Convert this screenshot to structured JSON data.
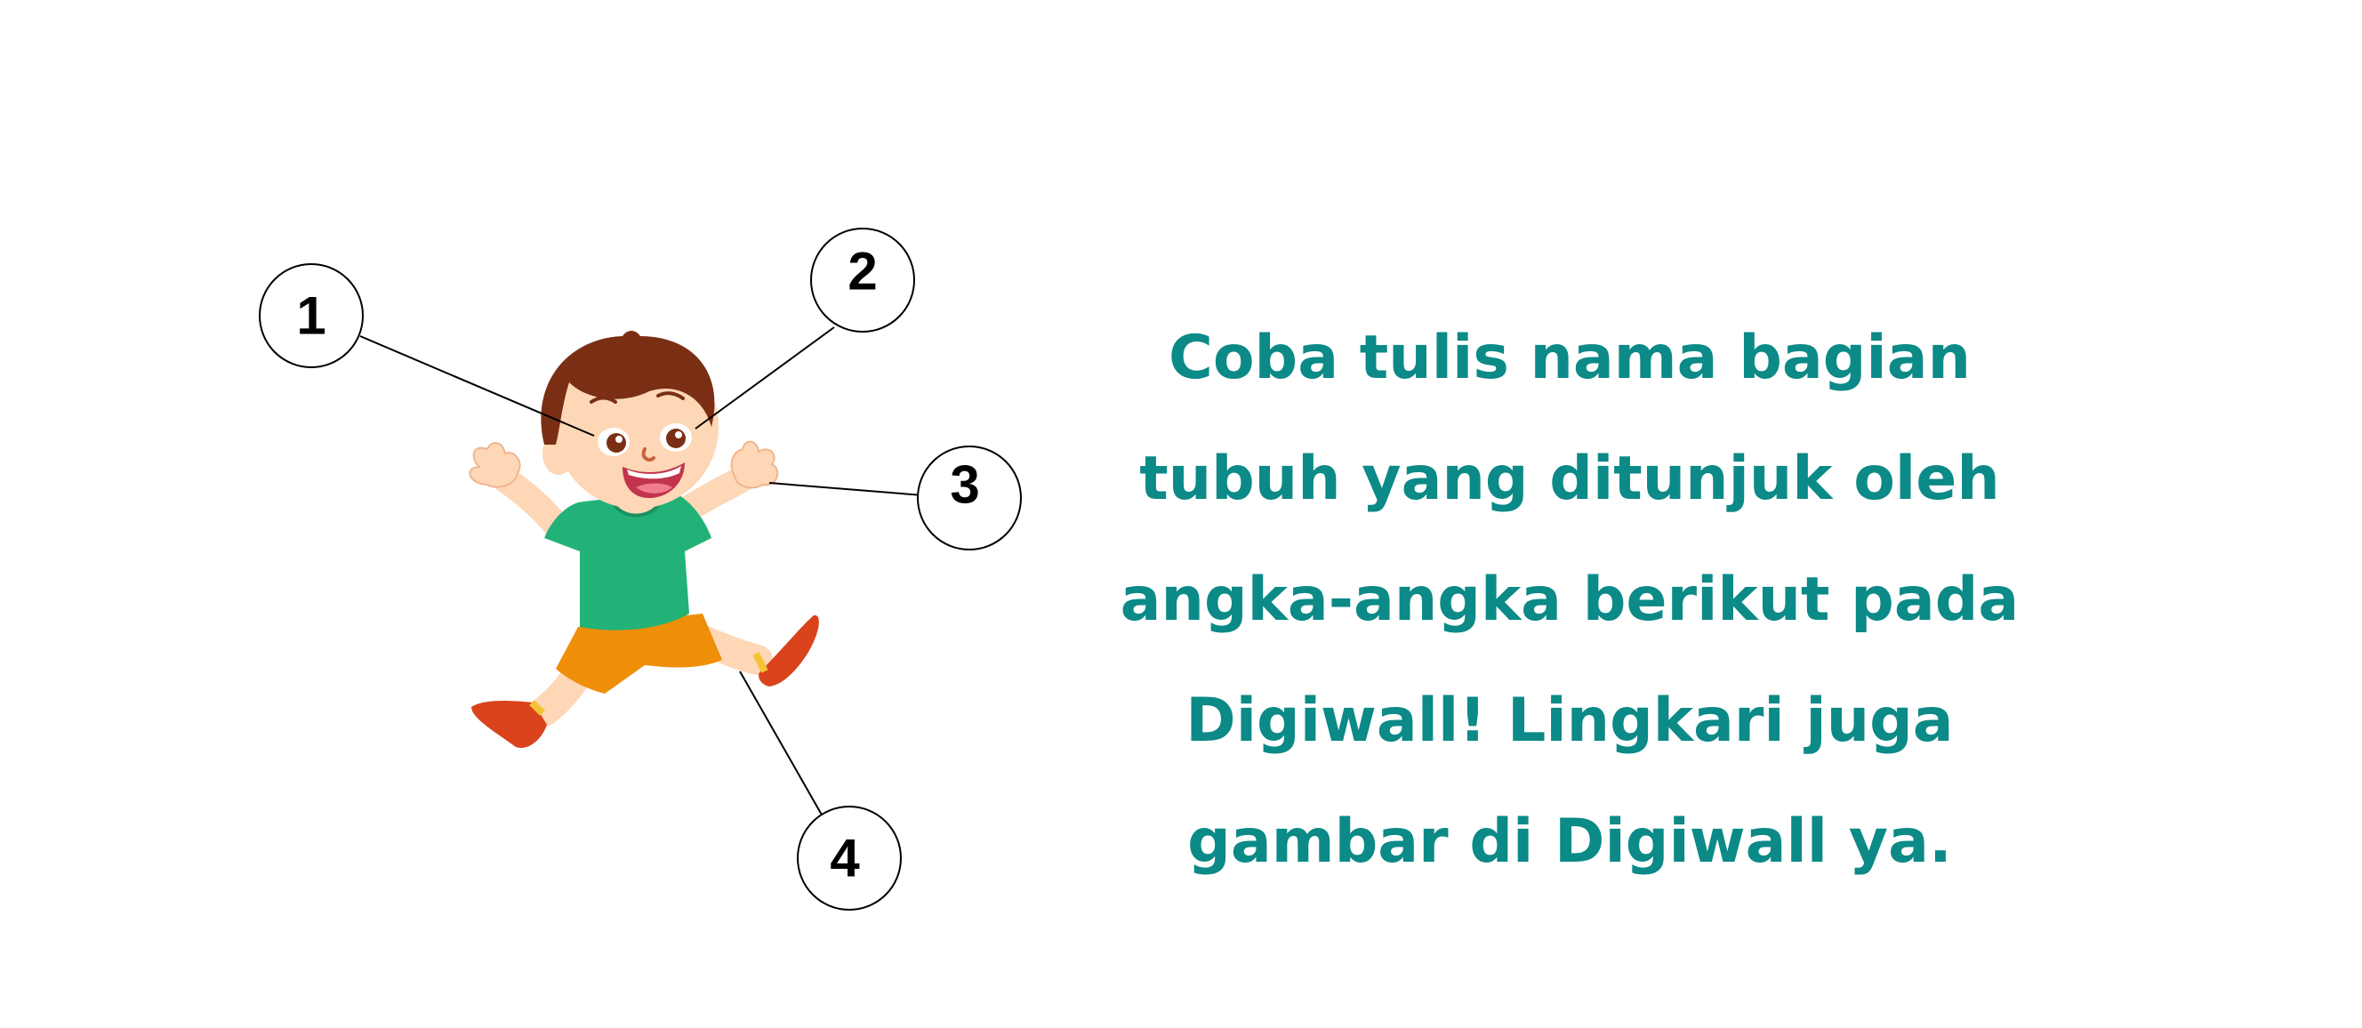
{
  "labels": [
    "1",
    "2",
    "3",
    "4"
  ],
  "instruction": {
    "lines": [
      "Coba tulis nama bagian",
      "tubuh yang ditunjuk oleh",
      "angka-angka berikut pada",
      "Digiwall! Lingkari juga",
      "gambar di Digiwall ya."
    ]
  },
  "colors": {
    "text": "#0b8a87",
    "hair": "#7a2f14",
    "skin": "#fdd7b6",
    "shirt": "#22b277",
    "shorts": "#ef8e07",
    "shoes": "#d9431b"
  }
}
